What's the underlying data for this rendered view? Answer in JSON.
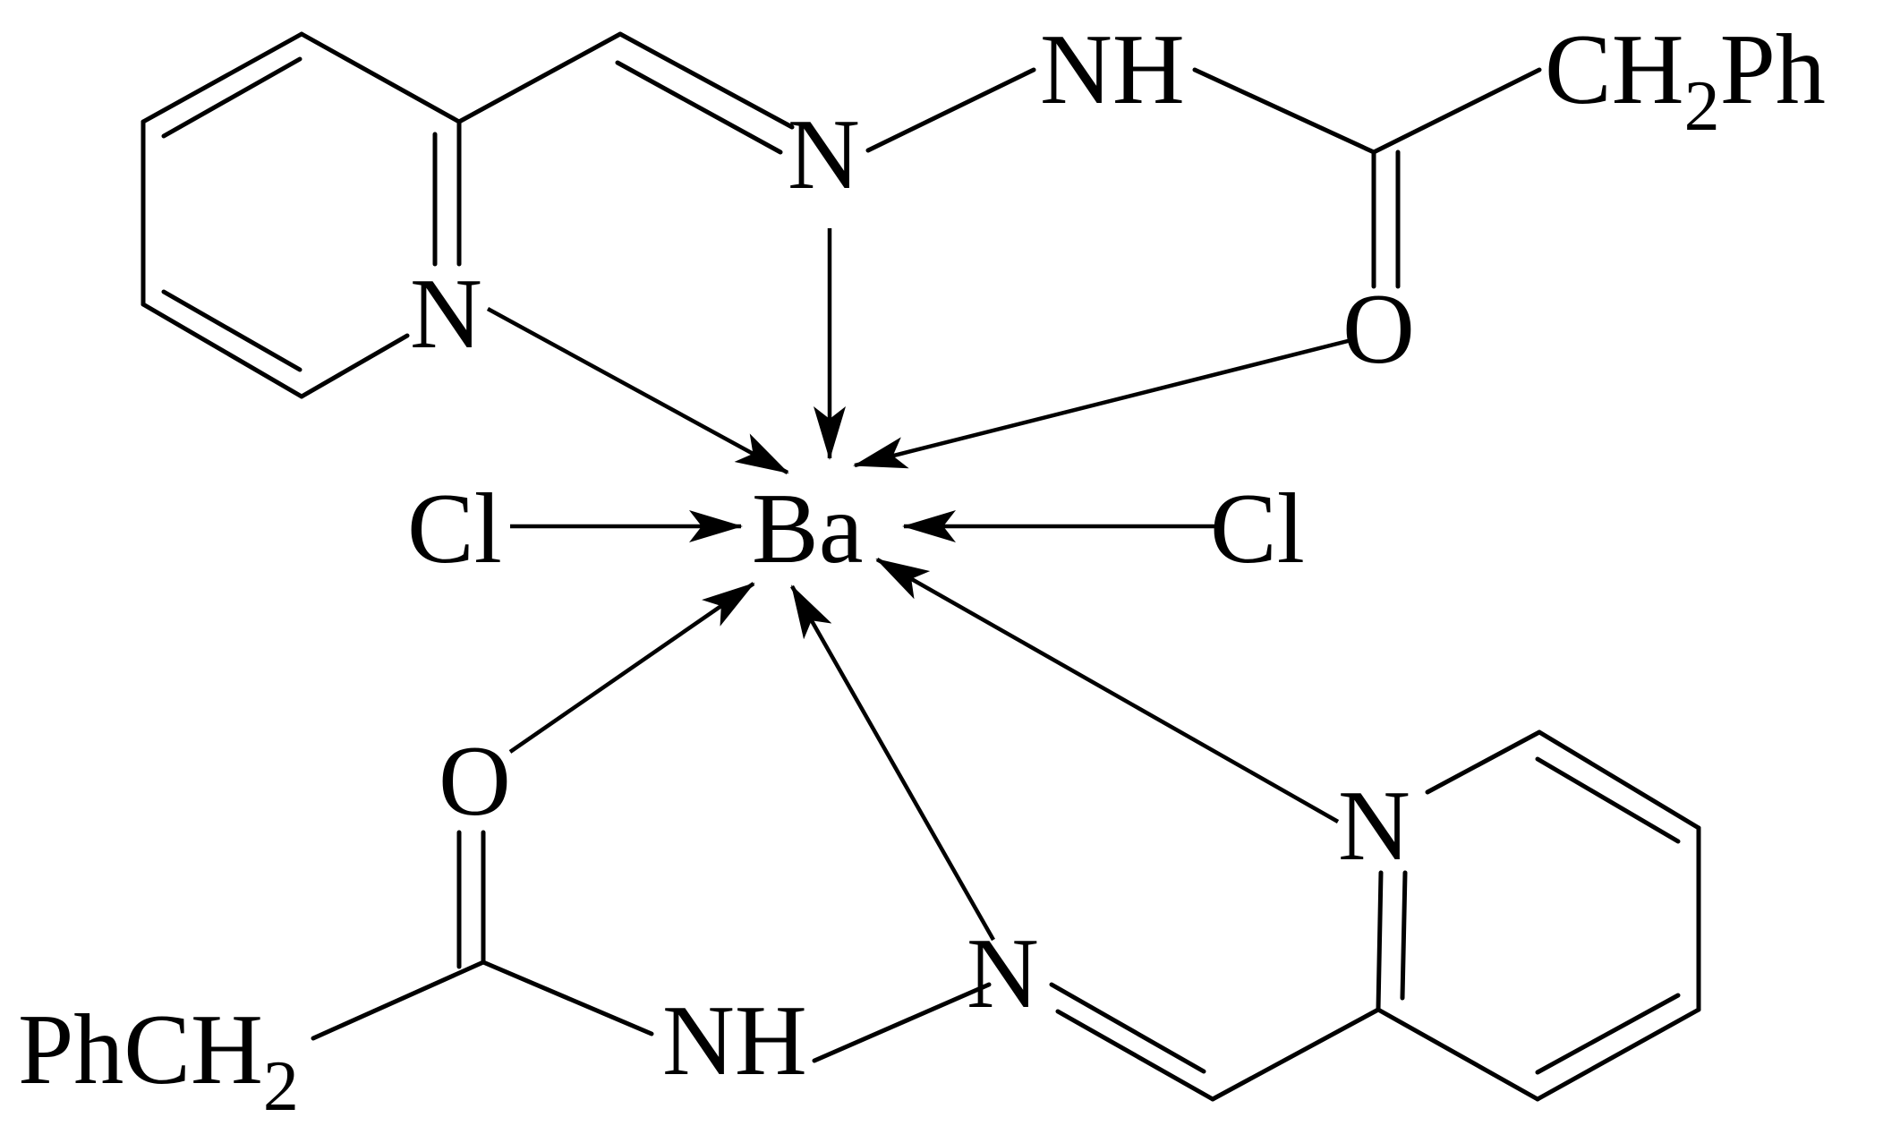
{
  "labels": {
    "metal": "Ba",
    "cl_left": "Cl",
    "cl_right": "Cl",
    "top": {
      "n_pyridine": "N",
      "n_imine": "N",
      "nh": "NH",
      "o": "O",
      "ch2ph_main": "CH",
      "ch2ph_sub": "2",
      "ch2ph_tail": "Ph"
    },
    "bottom": {
      "n_pyridine": "N",
      "n_imine": "N",
      "nh": "NH",
      "o": "O",
      "phch2_main": "PhCH",
      "phch2_sub": "2"
    }
  },
  "colors": {
    "ink": "#000000",
    "background": "#ffffff"
  }
}
